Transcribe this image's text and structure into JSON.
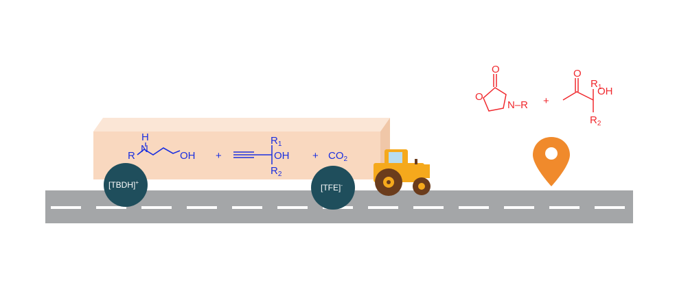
{
  "reactants": {
    "amine_H": "H",
    "amine_N": "N",
    "amine_R": "R",
    "amine_OH": "OH",
    "plus_1": "+",
    "propargyl_R1": "R",
    "propargyl_R1_sub": "1",
    "propargyl_OH": "OH",
    "propargyl_R2": "R",
    "propargyl_R2_sub": "2",
    "plus_2": "+",
    "co2_text": "CO",
    "co2_sub": "2"
  },
  "catalysts": {
    "cation": "[TBDH]",
    "cation_charge": "+",
    "anion": "[TFE]",
    "anion_charge": "-"
  },
  "products": {
    "oxaz_O_carbonyl": "O",
    "oxaz_O_ring": "O",
    "oxaz_N_R": "N–R",
    "plus": "+",
    "ketone_O": "O",
    "ketone_R1": "R",
    "ketone_R1_sub": "1",
    "ketone_OH": "OH",
    "ketone_R2": "R",
    "ketone_R2_sub": "2"
  },
  "colors": {
    "reactant_blue": "#1a2fe0",
    "product_red": "#f0282d",
    "trailer_front": "#f9d8bf",
    "trailer_top": "#fbe6d6",
    "trailer_side": "#f0c7a8",
    "road": "#a4a6a8",
    "road_dash": "#ffffff",
    "wheel": "#1f4e5c",
    "tractor_body": "#f5a91c",
    "tractor_wheel": "#6b3c1c",
    "pin": "#f08a2c"
  },
  "icons": {
    "destination": "location-pin-icon",
    "vehicle": "tractor-icon"
  }
}
